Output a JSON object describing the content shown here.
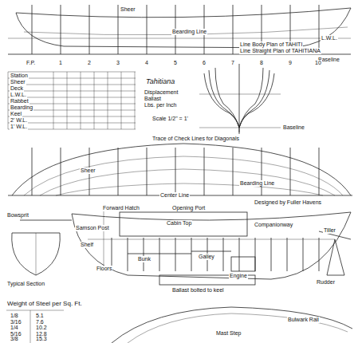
{
  "diagram": {
    "labels": [
      "Sheer",
      "Bearding Line",
      "L.W.L.",
      "Line Body Plan of TAHITI",
      "Line Straight Plan of TAHITIANA",
      "Baseline",
      "F.P.",
      "1",
      "2",
      "3",
      "4",
      "5",
      "6",
      "7",
      "8",
      "9",
      "10",
      "Station",
      "Sheer",
      "Deck",
      "L.W.L.",
      "Rabbet",
      "Bearding",
      "Keel",
      "2' W.L.",
      "1' W.L.",
      "Tahitiana",
      "Displacement",
      "Ballast",
      "Lbs. per Inch",
      "Scale 1/2\" = 1'",
      "Baseline",
      "Trace of Check Lines for Diagonals",
      "Sheer",
      "Bearding Line",
      "Center Line",
      "Designed by Fuller Havens",
      "Forward Hatch",
      "Opening Port",
      "Bowsprit",
      "Samson Post",
      "Cabin Top",
      "Companionway",
      "Tiller",
      "Shelf",
      "Bunk",
      "Galley",
      "Engine",
      "Rudder",
      "Typical Section",
      "Floors",
      "Ballast bolted to keel",
      "Weight of Steel per Sq. Ft.",
      "1/8",
      "5.1",
      "3/16",
      "7.6",
      "1/4",
      "10.2",
      "5/16",
      "12.8",
      "3/8",
      "15.3",
      "Bulwark Rail",
      "Mast Step"
    ]
  }
}
